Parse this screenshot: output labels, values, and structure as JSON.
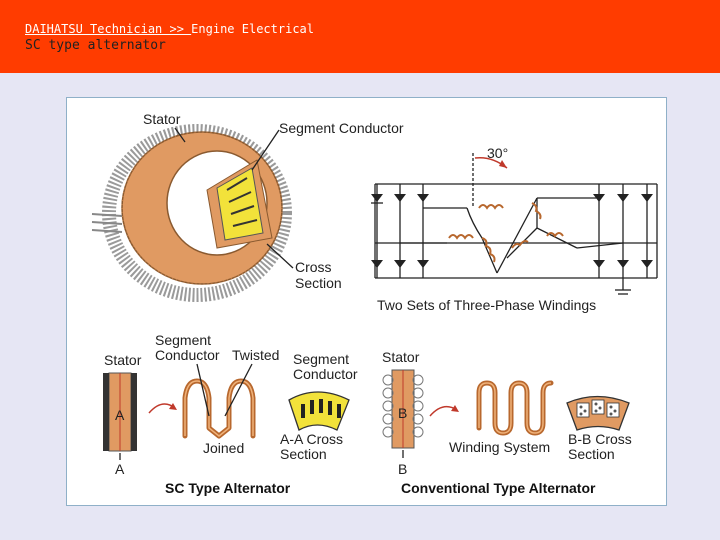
{
  "header": {
    "breadcrumb_link": "DAIHATSU Technician >> ",
    "breadcrumb_current": "Engine Electrical",
    "title": "SC type alternator"
  },
  "figure": {
    "labels": {
      "stator_top": "Stator",
      "segment_conductor_top": "Segment Conductor",
      "angle": "30°",
      "cross": "Cross",
      "section": "Section",
      "two_sets": "Two Sets of Three-Phase Windings",
      "stator_left": "Stator",
      "segment_line1": "Segment",
      "segment_line2": "Conductor",
      "twisted": "Twisted",
      "segment_conductor_r1": "Segment",
      "segment_conductor_r2": "Conductor",
      "a_top": "A",
      "a_bottom": "A",
      "joined": "Joined",
      "aa_cross": "A-A Cross",
      "aa_section": "Section",
      "stator_right": "Stator",
      "b_top": "B",
      "b_bottom": "B",
      "winding_system": "Winding System",
      "bb_cross": "B-B Cross",
      "bb_section": "Section",
      "sc_title": "SC Type Alternator",
      "conv_title": "Conventional Type Alternator"
    }
  },
  "colors": {
    "header_bg": "#ff3c00",
    "page_bg": "#e6e6f4",
    "copper": "#b8682e",
    "stator_orange": "#e09a62",
    "conductor_yellow": "#f2e23a"
  }
}
